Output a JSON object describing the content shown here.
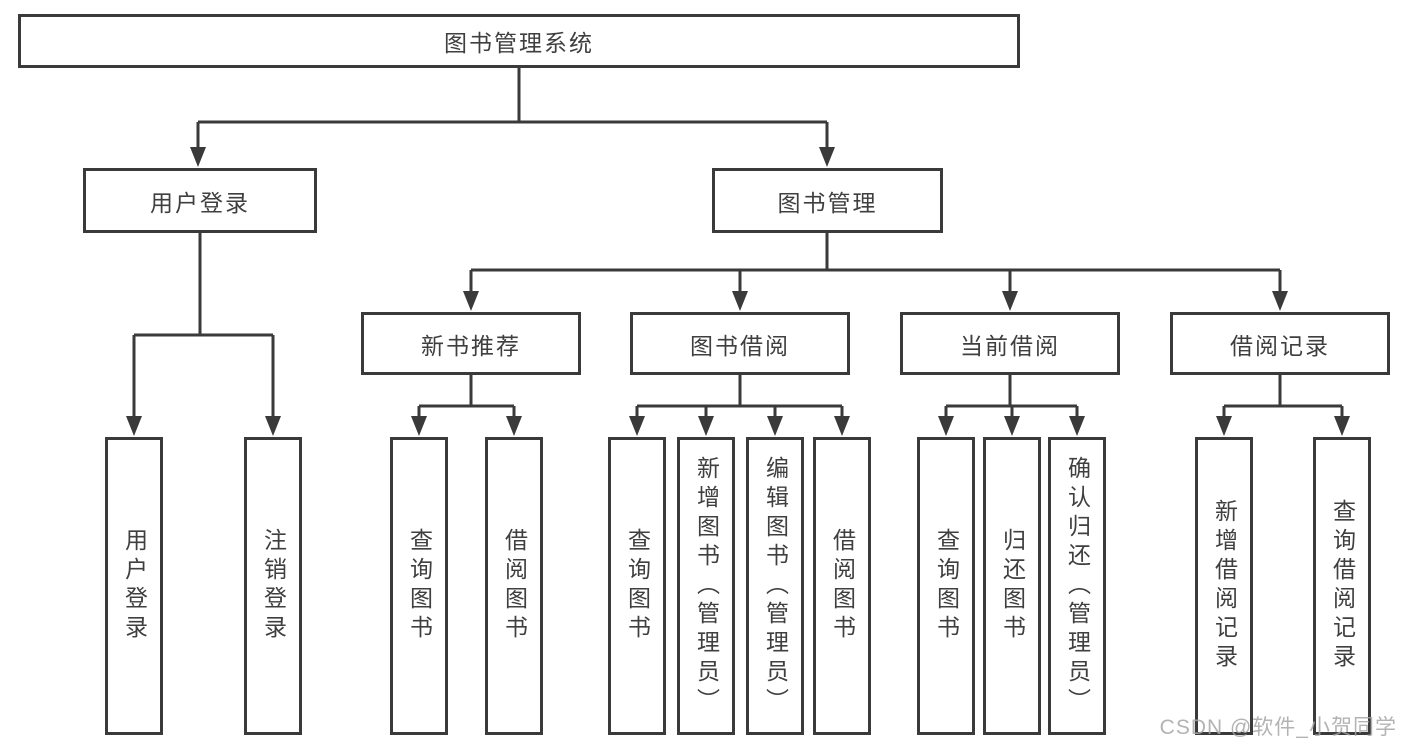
{
  "colors": {
    "line": "#3a3a3a",
    "text": "#3f3f3f",
    "watermark": "#a6a6a6",
    "background": "#ffffff"
  },
  "watermark": "CSDN @软件_小贺同学",
  "tree": {
    "root": "图书管理系统",
    "branches": [
      {
        "label": "用户登录",
        "children": [
          "用户登录",
          "注销登录"
        ]
      },
      {
        "label": "图书管理",
        "children": [
          {
            "label": "新书推荐",
            "children": [
              "查询图书",
              "借阅图书"
            ]
          },
          {
            "label": "图书借阅",
            "children": [
              "查询图书",
              "新增图书（管理员）",
              "编辑图书（管理员）",
              "借阅图书"
            ]
          },
          {
            "label": "当前借阅",
            "children": [
              "查询图书",
              "归还图书",
              "确认归还（管理员）"
            ]
          },
          {
            "label": "借阅记录",
            "children": [
              "新增借阅记录",
              "查询借阅记录"
            ]
          }
        ]
      }
    ]
  }
}
